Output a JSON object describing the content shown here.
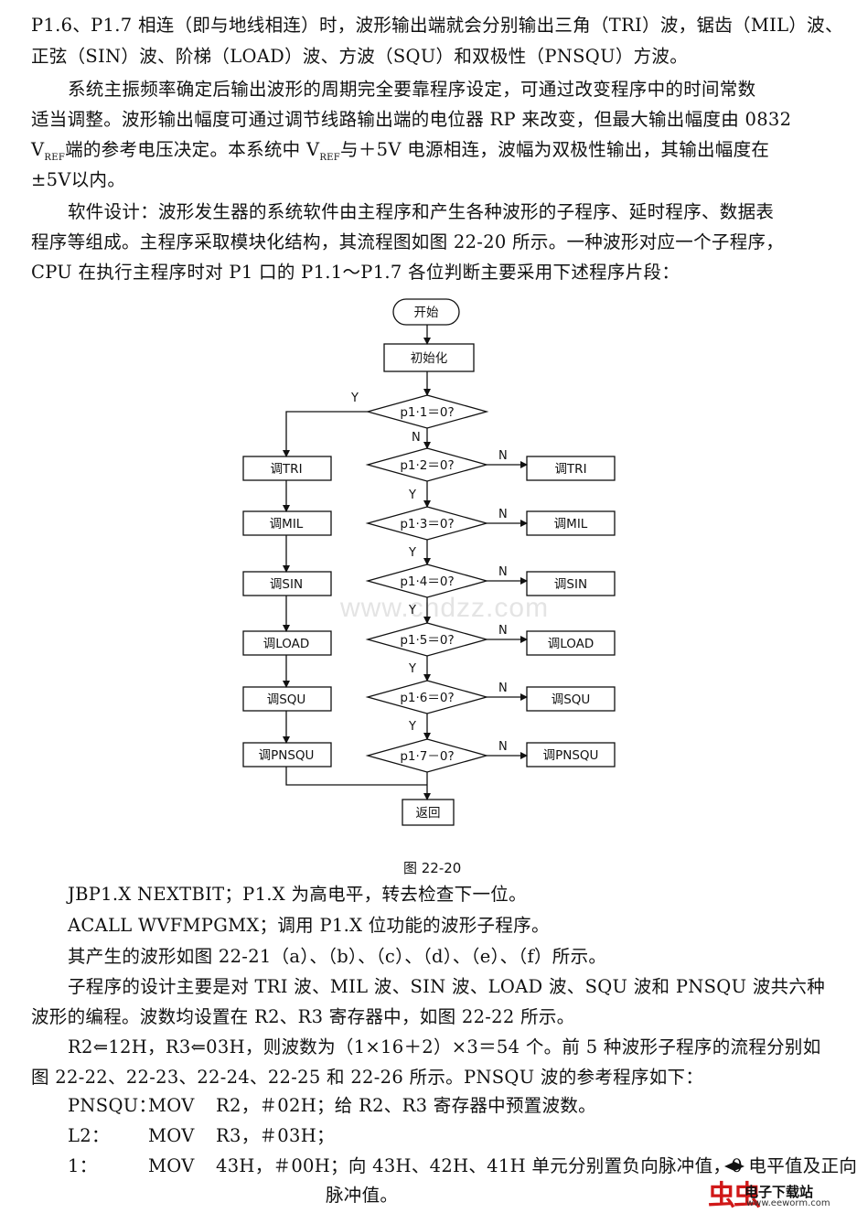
{
  "paragraph_1": [
    "P1.6、P1.7 相连（即与地线相连）时，波形输出端就会分别输出三角（TRI）波，锯齿（MIL）波、",
    "正弦（SIN）波、阶梯（LOAD）波、方波（SQU）和双极性（PNSQU）方波。"
  ],
  "paragraph_2": [
    "系统主振频率确定后输出波形的周期完全要靠程序设定，可通过改变程序中的时间常数",
    "适当调整。波形输出幅度可通过调节线路输出端的电位器 RP 来改变，但最大输出幅度由 0832",
    {
      "prefix": "V",
      "sub": "REF",
      "middle": "端的参考电压决定。本系统中 V",
      "sub2": "REF",
      "suffix": "与＋5V 电源相连，波幅为双极性输出，其输出幅度在"
    },
    "±5V以内。"
  ],
  "paragraph_3": [
    "软件设计：波形发生器的系统软件由主程序和产生各种波形的子程序、延时程序、数据表",
    "程序等组成。主程序采取模块化结构，其流程图如图 22-20 所示。一种波形对应一个子程序，",
    "CPU 在执行主程序时对 P1 口的 P1.1～P1.7 各位判断主要采用下述程序片段："
  ],
  "flowchart": {
    "start": "开始",
    "init": "初始化",
    "decisions": [
      "p1·1＝0?",
      "p1·2＝0?",
      "p1·3＝0?",
      "p1·4＝0?",
      "p1·5＝0?",
      "p1·6＝0?",
      "p1·7－0?"
    ],
    "left_calls": [
      "调TRI",
      "调MIL",
      "调SIN",
      "调LOAD",
      "调SQU",
      "调PNSQU"
    ],
    "right_calls": [
      "调TRI",
      "调MIL",
      "调SIN",
      "调LOAD",
      "调SQU",
      "调PNSQU"
    ],
    "yes": "Y",
    "no": "N",
    "end": "返回",
    "watermark": "www.cndzz.com"
  },
  "caption": "图 22-20",
  "code_lines": [
    "JBP1.X NEXTBIT；P1.X 为高电平，转去检查下一位。",
    "ACALL WVFMPGMX；调用 P1.X 位功能的波形子程序。"
  ],
  "paragraph_4": "其产生的波形如图 22-21（a）、（b）、（c）、（d）、（e）、（f）所示。",
  "paragraph_5": [
    "子程序的设计主要是对 TRI 波、MIL 波、SIN 波、LOAD 波、SQU 波和 PNSQU 波共六种",
    "波形的编程。波数均设置在 R2、R3 寄存器中，如图 22-22 所示。"
  ],
  "paragraph_6": [
    "R2⇐12H，R3⇐03H，则波数为（1×16＋2）×3＝54 个。前 5 种波形子程序的流程分别如",
    "图 22-22、22-23、22-24、22-25 和 22-26 所示。PNSQU 波的参考程序如下："
  ],
  "asm": [
    {
      "label": "PNSQU：",
      "op": "MOV",
      "arg": "R2，＃02H；给 R2、R3 寄存器中预置波数。"
    },
    {
      "label": "L2：",
      "op": "MOV",
      "arg": "R3，＃03H；"
    },
    {
      "label": "1：",
      "op": "MOV",
      "arg": "43H，＃00H；向 43H、42H、41H 单元分别置负向脉冲值，0 电平值及正向"
    }
  ],
  "asm_cont": "脉冲值。",
  "logo": {
    "icon": "虫虫",
    "name": "电子下载站",
    "url": "www.eeworm.com",
    "brand_color": "#d01818"
  }
}
